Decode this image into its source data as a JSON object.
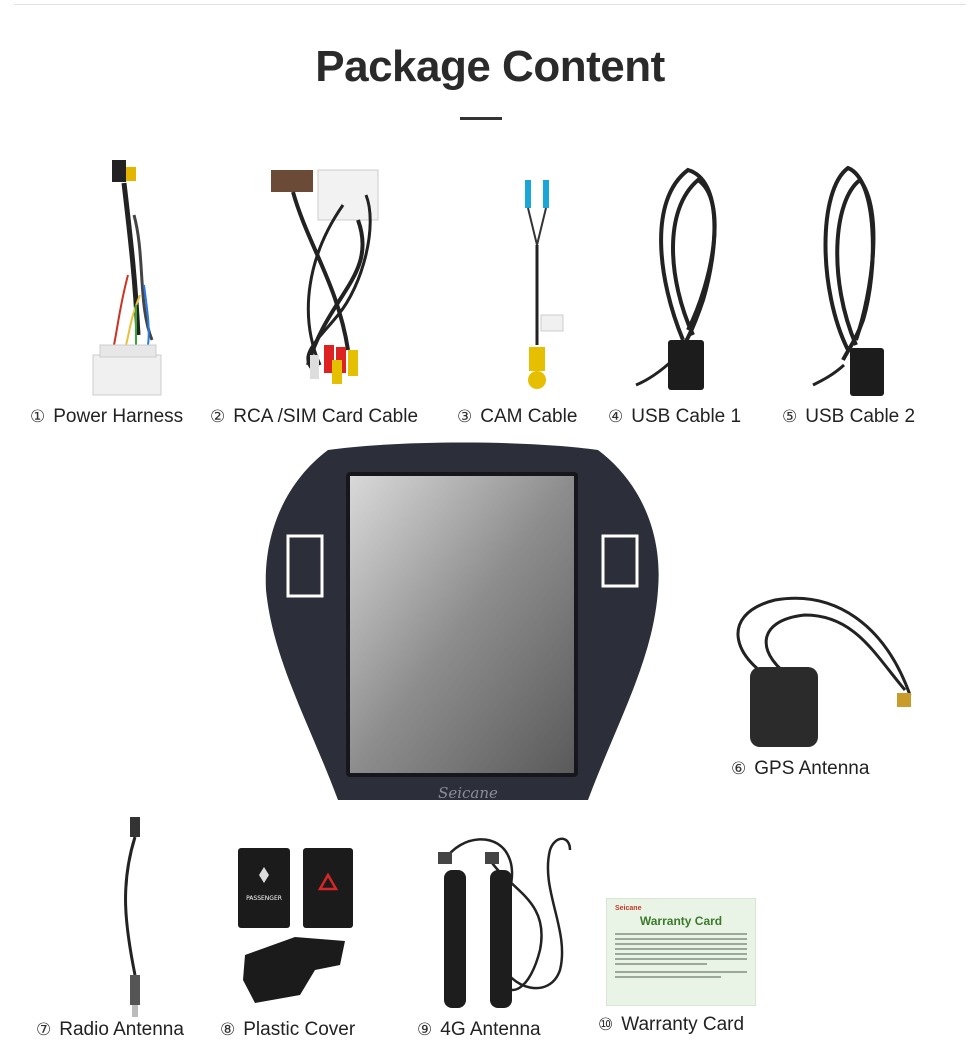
{
  "page": {
    "title": "Package Content"
  },
  "items": [
    {
      "num": "①",
      "label": "Power Harness"
    },
    {
      "num": "②",
      "label": "RCA /SIM Card Cable"
    },
    {
      "num": "③",
      "label": "CAM Cable"
    },
    {
      "num": "④",
      "label": "USB Cable 1"
    },
    {
      "num": "⑤",
      "label": "USB Cable 2"
    },
    {
      "num": "⑥",
      "label": "GPS Antenna"
    },
    {
      "num": "⑦",
      "label": "Radio Antenna"
    },
    {
      "num": "⑧",
      "label": "Plastic Cover"
    },
    {
      "num": "⑨",
      "label": "4G Antenna"
    },
    {
      "num": "⑩",
      "label": "Warranty Card"
    }
  ],
  "head_unit": {
    "brand": "Seicane"
  },
  "plastic_cover": {
    "button_text": "PASSENGER"
  },
  "warranty_card": {
    "brand": "Seicane",
    "title": "Warranty Card"
  }
}
